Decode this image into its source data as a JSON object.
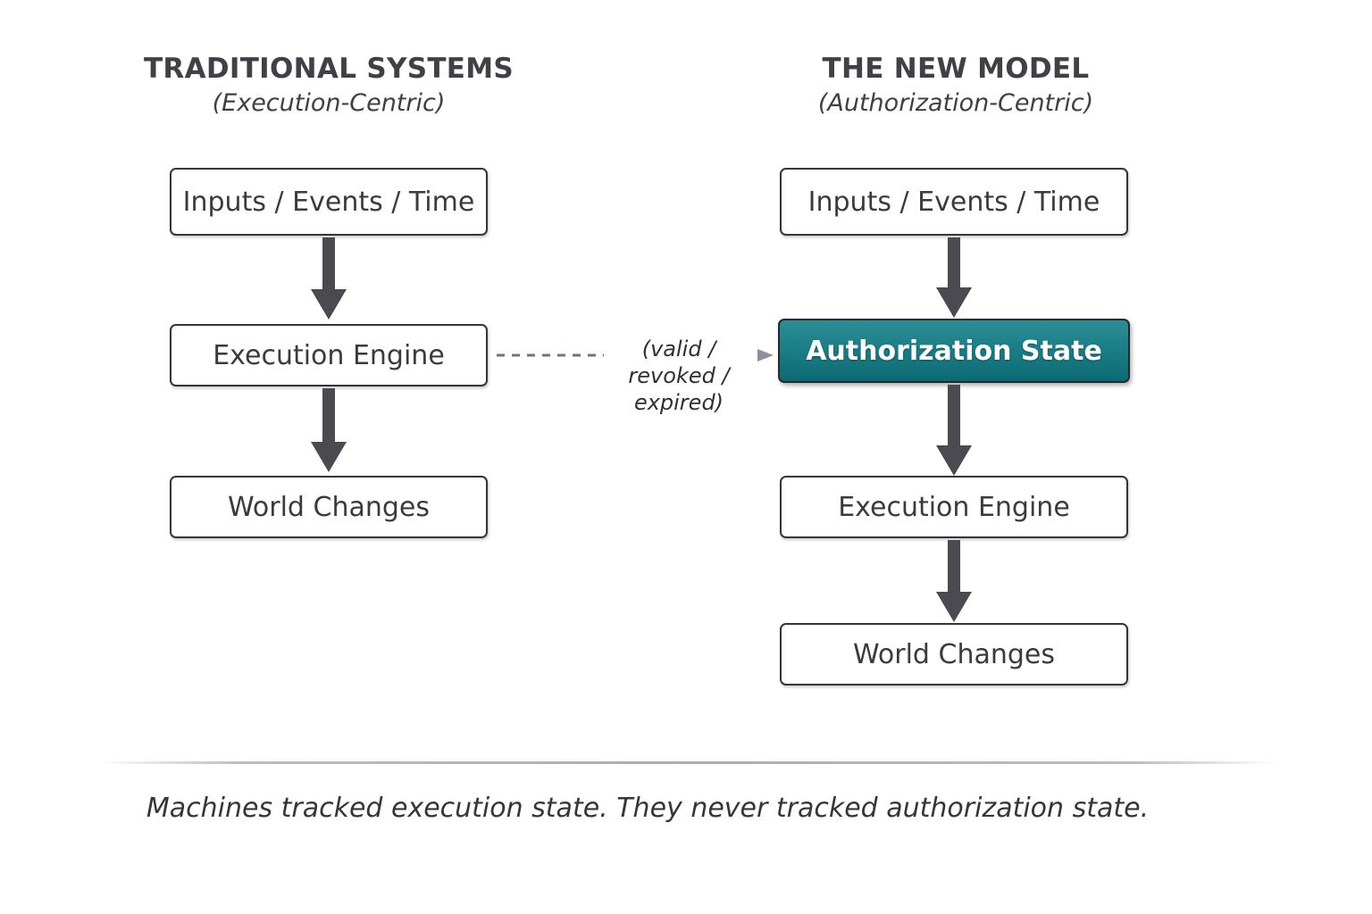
{
  "page": {
    "background": "#ffffff",
    "accent_color": "#0f7a82",
    "text_color": "#3a3a40",
    "caption": "Machines tracked execution state. They never tracked authorization state."
  },
  "columns": [
    {
      "id": "traditional",
      "title": "TRADITIONAL SYSTEMS",
      "subtitle": "(Execution-Centric)",
      "nodes": [
        {
          "label": "Inputs / Events / Time",
          "style": "plain"
        },
        {
          "label": "Execution Engine",
          "style": "plain"
        },
        {
          "label": "World Changes",
          "style": "plain"
        }
      ]
    },
    {
      "id": "new-model",
      "title": "THE NEW MODEL",
      "subtitle": "(Authorization-Centric)",
      "nodes": [
        {
          "label": "Inputs / Events / Time",
          "style": "plain"
        },
        {
          "label": "Authorization State",
          "style": "accent"
        },
        {
          "label": "Execution Engine",
          "style": "plain"
        },
        {
          "label": "World Changes",
          "style": "plain"
        }
      ]
    }
  ],
  "connector": {
    "style": "dashed-arrow",
    "direction": "left-to-right",
    "label_line1": "(valid / revoked /",
    "label_line2": "expired)",
    "color": "#6e7380"
  },
  "arrows": {
    "color": "#4a4a50",
    "count": 5
  }
}
